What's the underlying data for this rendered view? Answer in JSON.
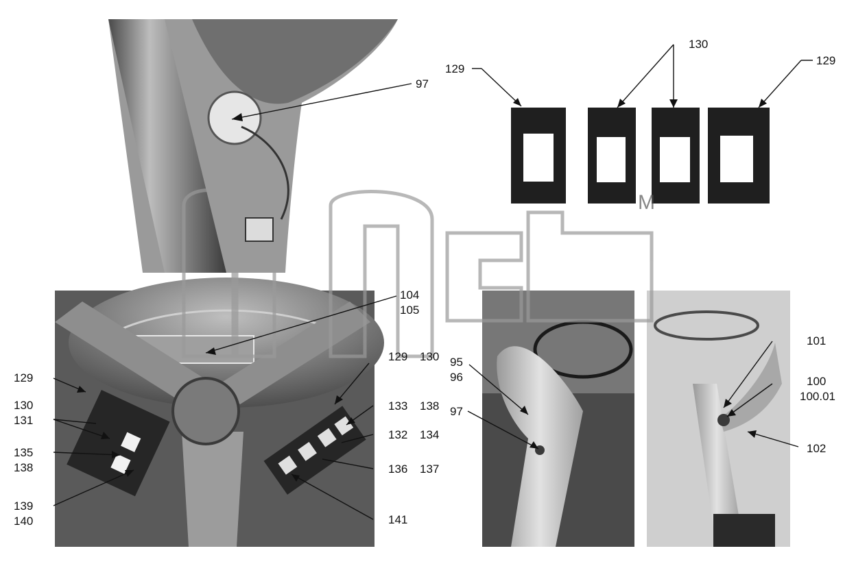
{
  "colors": {
    "background": "#ffffff",
    "ink": "#111111",
    "photo_dark": "#3a3a3a",
    "photo_mid": "#8a8a8a",
    "photo_light": "#d8d8d8",
    "watermark": "#9a9a9a"
  },
  "watermark": {
    "letter_m": "M"
  },
  "panels": {
    "steering_column_top": {
      "callouts": [
        "97"
      ]
    },
    "switch_frames": {
      "callouts": [
        "129",
        "130",
        "129"
      ]
    },
    "dashboard": {
      "callouts": [
        "104",
        "105",
        "129",
        "130",
        "129",
        "130",
        "131",
        "135",
        "138",
        "139",
        "140",
        "133",
        "138",
        "132",
        "134",
        "136",
        "137",
        "141"
      ]
    },
    "lever_left": {
      "callouts": [
        "95",
        "96",
        "97"
      ]
    },
    "lever_right": {
      "callouts": [
        "101",
        "100",
        "100.01",
        "102"
      ]
    }
  }
}
